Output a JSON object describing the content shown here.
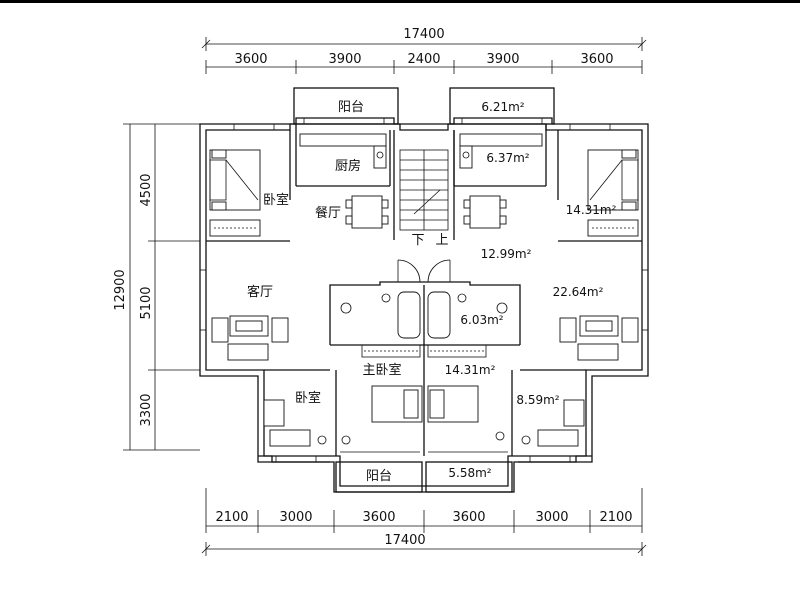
{
  "dimensions": {
    "top_total": "17400",
    "top_segments": [
      "3600",
      "3900",
      "2400",
      "3900",
      "3600"
    ],
    "bottom_segments": [
      "2100",
      "3000",
      "3600",
      "3600",
      "3000",
      "2100"
    ],
    "bottom_total": "17400",
    "left_total": "12900",
    "left_segments": [
      "4500",
      "5100",
      "3300"
    ]
  },
  "rooms": {
    "balcony_top": "阳台",
    "kitchen": "厨房",
    "bedroom_left": "卧室",
    "dining": "餐厅",
    "living": "客厅",
    "bedroom_small": "卧室",
    "master_bedroom": "主卧室",
    "balcony_bottom": "阳台",
    "stair_down": "下",
    "stair_up": "上"
  },
  "areas": {
    "balcony_top": "6.21m²",
    "kitchen": "6.37m²",
    "bedroom_right": "14.31m²",
    "dining": "12.99m²",
    "living": "22.64m²",
    "bathroom": "6.03m²",
    "master_bedroom": "14.31m²",
    "bedroom_small": "8.59m²",
    "balcony_bottom": "5.58m²"
  }
}
